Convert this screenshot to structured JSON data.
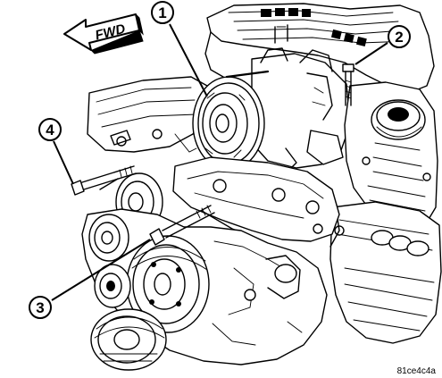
{
  "diagram": {
    "direction_label": "FWD",
    "figure_code": "81ce4c4a",
    "callouts": [
      {
        "label": "1"
      },
      {
        "label": "2"
      },
      {
        "label": "3"
      },
      {
        "label": "4"
      }
    ]
  }
}
